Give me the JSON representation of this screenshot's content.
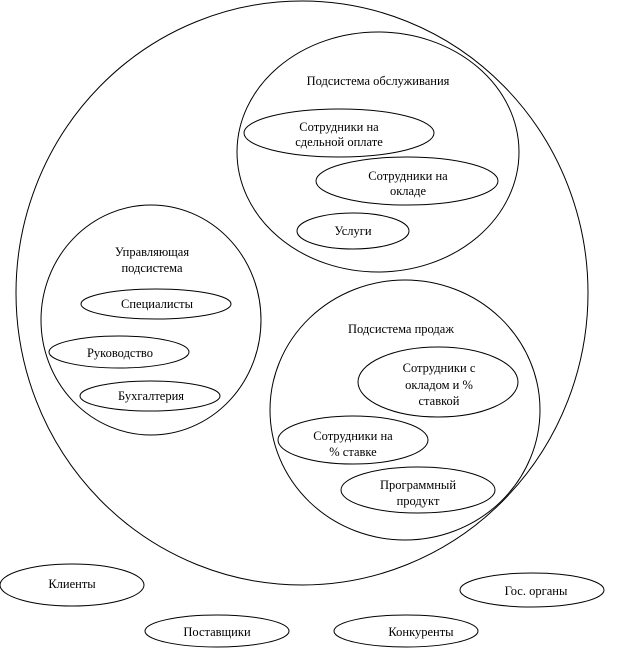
{
  "diagram": {
    "title": "",
    "outer_system": {
      "label": ""
    },
    "subsystems": [
      {
        "id": "service",
        "label": [
          "Подсистема обслуживания"
        ],
        "items": [
          {
            "label": [
              "Сотрудники на",
              "сдельной оплате"
            ]
          },
          {
            "label": [
              "Сотрудники на",
              "окладе"
            ]
          },
          {
            "label": [
              "Услуги"
            ]
          }
        ]
      },
      {
        "id": "management",
        "label": [
          "Управляющая",
          "подсистема"
        ],
        "items": [
          {
            "label": [
              "Специалисты"
            ]
          },
          {
            "label": [
              "Руководство"
            ]
          },
          {
            "label": [
              "Бухгалтерия"
            ]
          }
        ]
      },
      {
        "id": "sales",
        "label": [
          "Подсистема продаж"
        ],
        "items": [
          {
            "label": [
              "Сотрудники с",
              "окладом и %",
              "ставкой"
            ]
          },
          {
            "label": [
              "Сотрудники на",
              "% ставке"
            ]
          },
          {
            "label": [
              "Программный",
              "продукт"
            ]
          }
        ]
      }
    ],
    "environment": [
      {
        "label": "Клиенты"
      },
      {
        "label": "Поставщики"
      },
      {
        "label": "Конкуренты"
      },
      {
        "label": "Гос. органы"
      }
    ],
    "colors": {
      "stroke": "#000000",
      "background": "#ffffff",
      "text": "#000000"
    }
  }
}
